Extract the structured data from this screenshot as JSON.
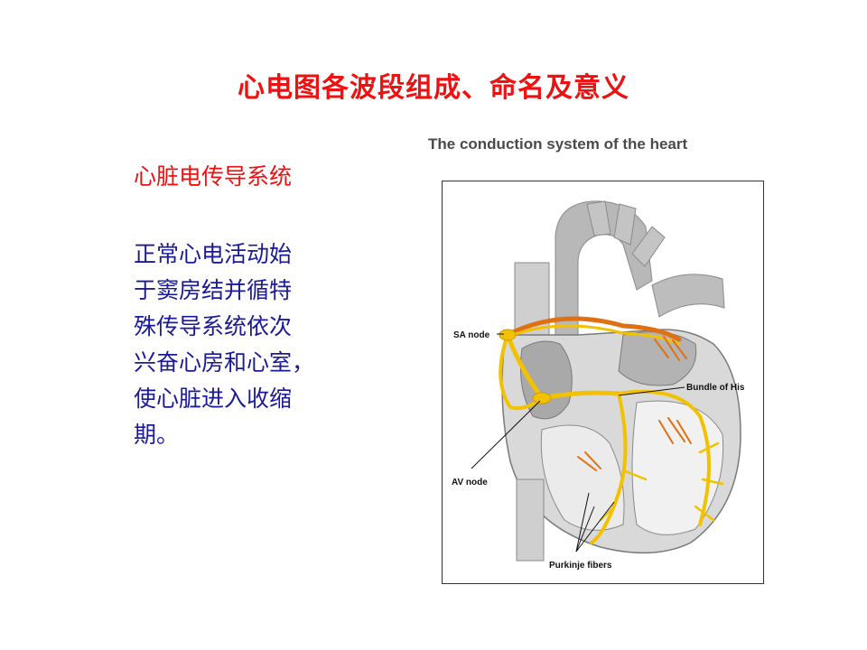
{
  "slide": {
    "title": "心电图各波段组成、命名及意义",
    "subheading": "心脏电传导系统",
    "body_lines": [
      "正常心电活动始",
      "于窦房结并循特",
      "殊传导系统依次",
      "兴奋心房和心室，",
      "使心脏进入收缩",
      "期。"
    ]
  },
  "figure": {
    "caption": "The conduction system of the heart",
    "labels": {
      "sa_node": "SA node",
      "bundle_of_his": "Bundle of His",
      "av_node": "AV node",
      "purkinje_fibers": "Purkinje fibers"
    }
  },
  "colors": {
    "title": "#ee1111",
    "body_text": "#1a1a99",
    "conduction_yellow": "#f2c200",
    "conduction_orange": "#e07010"
  }
}
